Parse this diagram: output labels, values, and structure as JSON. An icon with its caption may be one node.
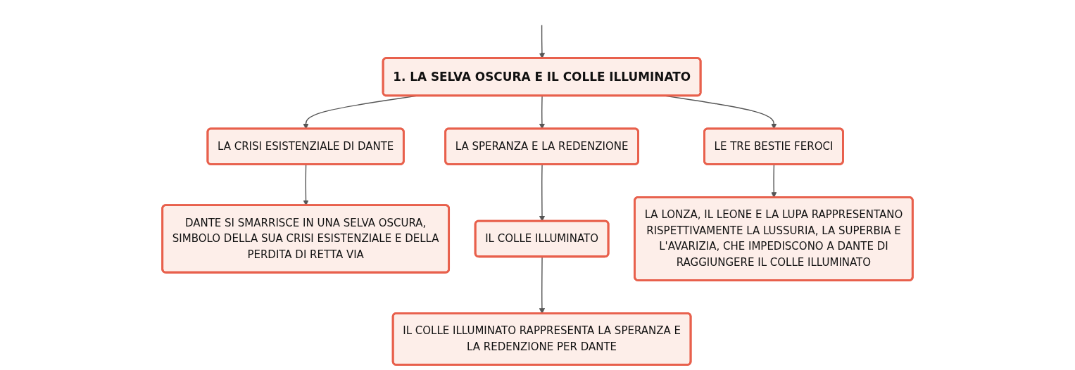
{
  "diagram": {
    "nodes": [
      {
        "text": [
          "1. LA SELVA OSCURA E IL COLLE ILLUMINATO"
        ]
      },
      {
        "text": [
          "LA CRISI ESISTENZIALE DI DANTE"
        ]
      },
      {
        "text": [
          "LA SPERANZA E LA REDENZIONE"
        ]
      },
      {
        "text": [
          "LE TRE BESTIE FEROCI"
        ]
      },
      {
        "text": [
          "DANTE SI SMARRISCE IN UNA SELVA OSCURA, SIMBOLO DELLA SUA CRISI ESISTENZIALE E DELLA PERDITA DI RETTA VIA"
        ]
      },
      {
        "text": [
          "IL COLLE ILLUMINATO"
        ]
      },
      {
        "text": [
          "IL COLLE ILLUMINATO RAPPRESENTA LA SPERANZA E LA REDENZIONE PER DANTE"
        ]
      },
      {
        "text": [
          "LA LONZA, IL LEONE E LA LUPA RAPPRESENTANO RISPETTIVAMENTE LA LUSSURIA, LA SUPERBIA E L'AVARIZIA, CHE IMPEDISCONO A DANTE DI RAGGIUNGERE IL COLLE ILLUMINATO"
        ]
      }
    ],
    "edges": [
      {
        "from": null,
        "to": 0,
        "arrow": "to"
      },
      {
        "from": 0,
        "to": 1,
        "arrow": "to"
      },
      {
        "from": 0,
        "to": 2,
        "arrow": "to"
      },
      {
        "from": 0,
        "to": 3,
        "arrow": "to"
      },
      {
        "from": 1,
        "to": 4,
        "arrow": "to"
      },
      {
        "from": 2,
        "to": 5,
        "arrow": "to"
      },
      {
        "from": 5,
        "to": 6,
        "arrow": "to"
      },
      {
        "from": 3,
        "to": 7,
        "arrow": "to"
      }
    ]
  }
}
